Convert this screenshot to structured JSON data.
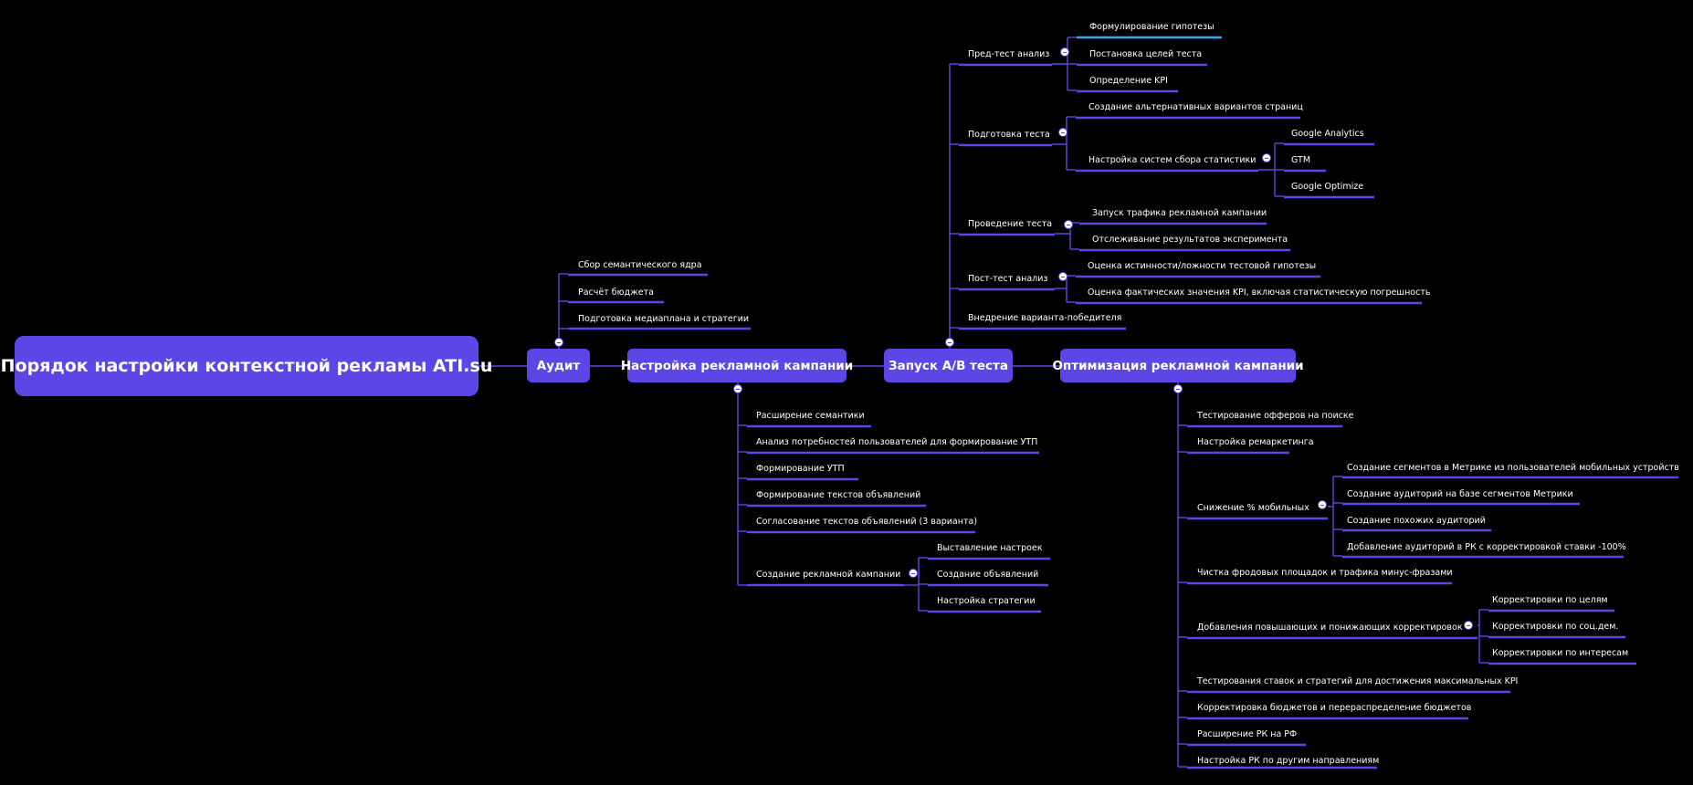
{
  "root": {
    "title": "Порядок настройки контекстной рекламы ATI.su"
  },
  "audit": {
    "title": "Аудит",
    "items": [
      "Сбор семантического ядра",
      "Расчёт бюджета",
      "Подготовка медиаплана и стратегии"
    ]
  },
  "setup": {
    "title": "Настройка рекламной кампании",
    "items": [
      "Расширение семантики",
      "Анализ потребностей пользователей для формирование УТП",
      "Формирование УТП",
      "Формирование текстов объявлений",
      "Согласование текстов объявлений (3 варианта)",
      "Создание рекламной кампании"
    ],
    "create_children": [
      "Выставление настроек",
      "Создание объявлений",
      "Настройка стратегии"
    ]
  },
  "ab": {
    "title": "Запуск A/B теста",
    "groups": [
      {
        "label": "Пред-тест анализ",
        "children": [
          "Формулирование гипотезы",
          "Постановка целей теста",
          "Определение KPI"
        ]
      },
      {
        "label": "Подготовка теста",
        "children": [
          "Создание альтернативных вариантов страниц",
          "Настройка систем сбора статистики"
        ]
      },
      {
        "label": "Проведение теста",
        "children": [
          "Запуск трафика рекламной кампании",
          "Отслеживание результатов эксперимента"
        ]
      },
      {
        "label": "Пост-тест анализ",
        "children": [
          "Оценка истинности/ложности тестовой гипотезы",
          "Оценка фактических значения KPI, включая статистическую погрешность"
        ]
      },
      {
        "label": "Внедрение варианта-победителя",
        "children": []
      }
    ],
    "stats_children": [
      "Google Analytics",
      "GTM",
      "Google Optimize"
    ]
  },
  "opt": {
    "title": "Оптимизация рекламной кампании",
    "items": [
      "Тестирование офферов на поиске",
      "Настройка ремаркетинга",
      "Снижение % мобильных",
      "Чистка фродовых площадок и трафика минус-фразами",
      "Добавления повышающих и понижающих корректировок",
      "Тестирования ставок и стратегий для достижения максимальных KPI",
      "Корректировка бюджетов и перераспределение бюджетов",
      "Расширение РК на РФ",
      "Настройка РК по другим направлениям"
    ],
    "mobile_children": [
      "Создание сегментов в Метрике из пользователей мобильных устройств",
      "Создание аудиторий на базе сегментов Метрики",
      "Создание похожих аудиторий",
      "Добавление аудиторий в РК с корректировкой ставки -100%"
    ],
    "adjust_children": [
      "Корректировки по целям",
      "Корректировки по соц.дем.",
      "Корректировки по интересам"
    ]
  },
  "colors": {
    "accent": "#5c47e6",
    "highlight": "#3aa6e6",
    "background": "#000000"
  }
}
